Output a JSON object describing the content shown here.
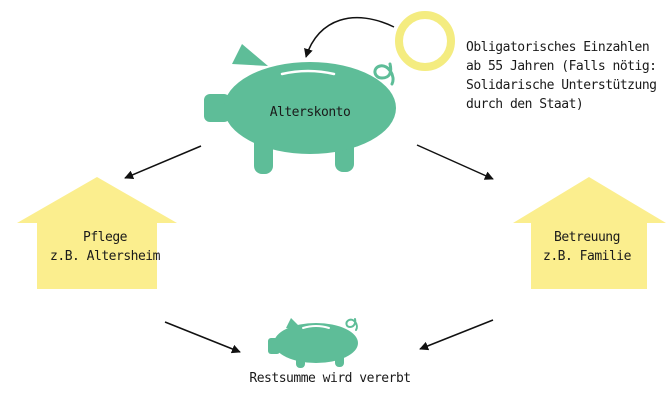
{
  "colors": {
    "pig": "#5ebd98",
    "house": "#fbee8e",
    "coin": "#f4ec80",
    "arrow": "#111111",
    "text": "#1a1a1a"
  },
  "piggy_bank": {
    "label": "Alterskonto",
    "icon": "piggy-bank-icon"
  },
  "coin": {
    "icon": "coin-icon"
  },
  "deposit_note": {
    "lines": [
      "Obligatorisches Einzahlen",
      "ab 55 Jahren (Falls nötig:",
      "Solidarische Unterstützung",
      "durch den Staat)"
    ]
  },
  "houses": {
    "left": {
      "icon": "house-icon",
      "lines": [
        "Pflege",
        "z.B. Altersheim"
      ]
    },
    "right": {
      "icon": "house-icon",
      "lines": [
        "Betreuung",
        "z.B. Familie"
      ]
    }
  },
  "bottom": {
    "icon": "small-piggy-bank-icon",
    "label": "Restsumme wird vererbt"
  }
}
